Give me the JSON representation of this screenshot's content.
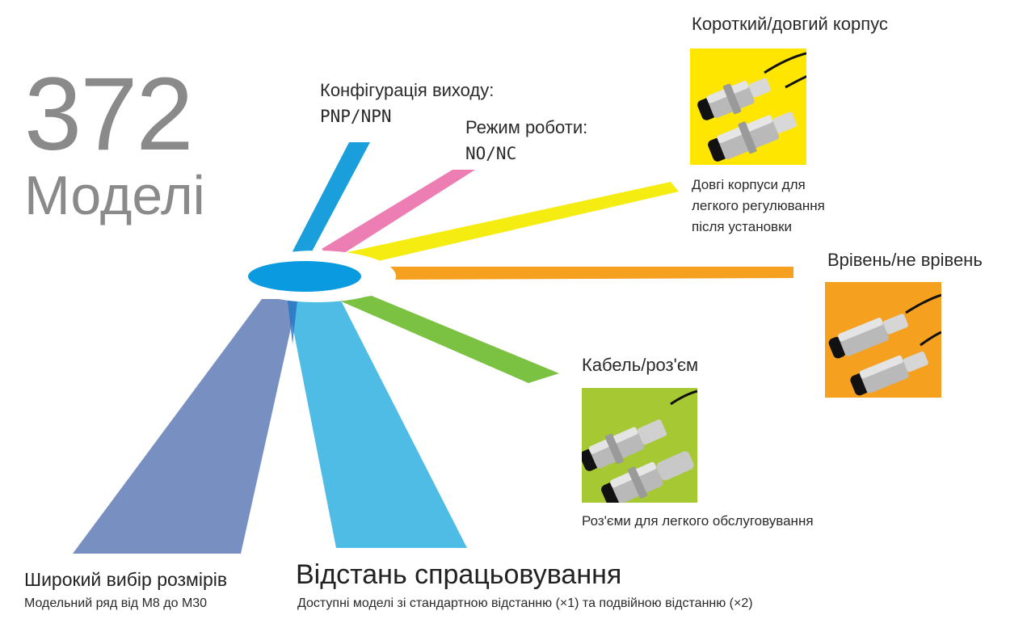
{
  "count": {
    "number": "372",
    "unit": "Моделі"
  },
  "output_config": {
    "title": "Конфігурація виходу:",
    "value": "PNP/NPN"
  },
  "operation_mode": {
    "title": "Режим роботи:",
    "value": "NO/NC"
  },
  "housing": {
    "title": "Короткий/довгий корпус",
    "desc_lines": [
      "Довгі корпуси для",
      "легкого регулювання",
      "після установки"
    ],
    "color": "#ffe600",
    "icon": "sensor-pair-long-short-image"
  },
  "flush": {
    "title": "Врівень/не врівень",
    "color": "#f5a01e",
    "icon": "sensor-pair-flush-image"
  },
  "connection": {
    "title": "Кабель/роз'єм",
    "desc": "Роз'єми для легкого обслуговування",
    "color": "#a6c832",
    "icon": "sensor-pair-cable-connector-image"
  },
  "sizes": {
    "title": "Широкий вибір розмірів",
    "subtitle": "Модельний ряд від M8 до M30"
  },
  "distance": {
    "title": "Відстань спрацьовування",
    "subtitle": "Доступні моделі зі стандартною відстанню (×1) та подвійною відстанню (×2)"
  },
  "colors": {
    "blue_beam": "#1a9fdc",
    "pink_beam": "#ec7eb3",
    "yellow_beam": "#f5ec12",
    "orange_beam": "#f5a01e",
    "green_beam": "#7cc242",
    "slate_beam": "#6d85bd",
    "cyan_beam": "#3fb6e2",
    "hub": "#0a9ae0",
    "number_gray": "#8a8a8a"
  }
}
